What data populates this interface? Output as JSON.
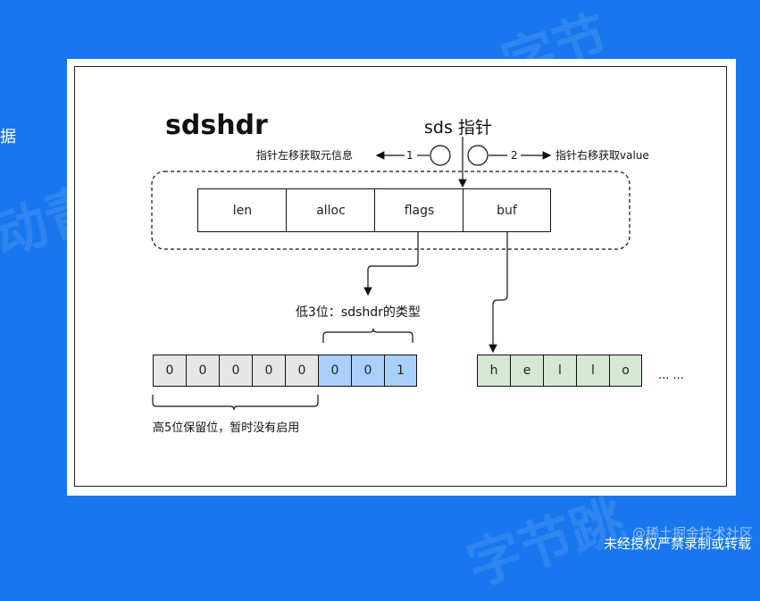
{
  "side_text": "据",
  "diagram": {
    "title": "sdshdr",
    "pointer_label": "sds 指针",
    "left_note": "指针左移获取元信息",
    "right_note": "指针右移获取value",
    "left_step": "1",
    "right_step": "2",
    "fields": [
      "len",
      "alloc",
      "flags",
      "buf"
    ],
    "low_bits_label": "低3位：sdshdr的类型",
    "bits_high": [
      "0",
      "0",
      "0",
      "0",
      "0"
    ],
    "bits_low": [
      "0",
      "0",
      "1"
    ],
    "high_bits_label": "高5位保留位，暂时没有启用",
    "buf_chars": [
      "h",
      "e",
      "l",
      "l",
      "o"
    ],
    "ellipsis": "... ...",
    "colors": {
      "high_bits": "#e6e6e6",
      "low_bits": "#a9d0fb",
      "buf_chars": "#d5e8d4",
      "buf_border": "#82b366"
    }
  },
  "footer": {
    "juejin": "@稀土掘金技术社区",
    "notice": "未经授权严禁录制或转载"
  }
}
